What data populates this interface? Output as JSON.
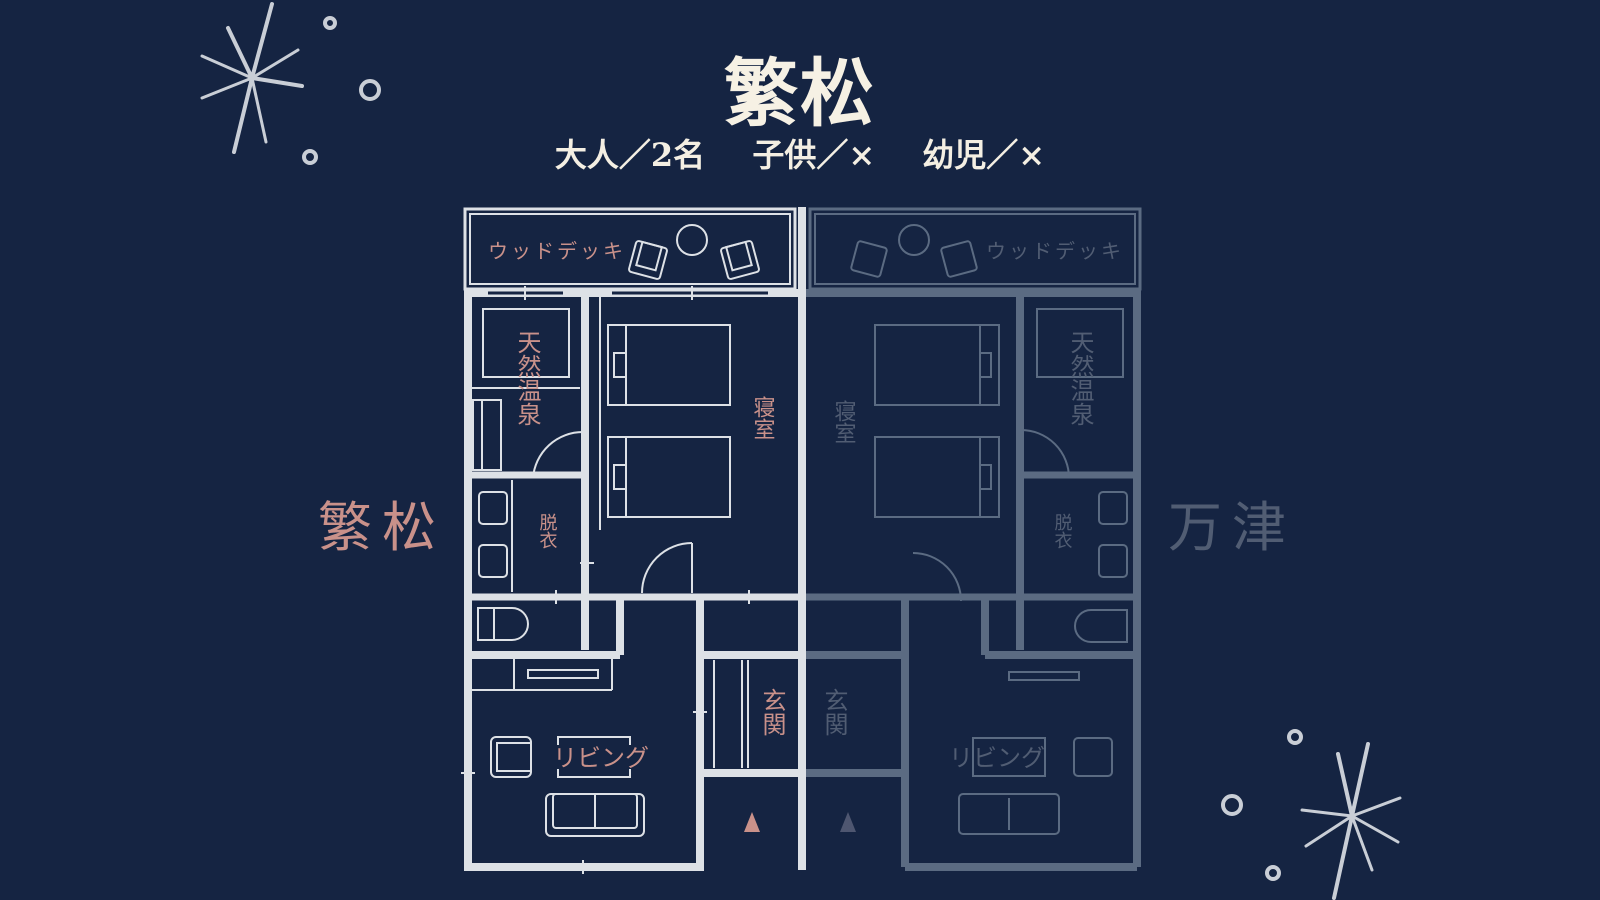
{
  "header": {
    "title": "繁松",
    "capacity": {
      "adult": "大人／2名",
      "child": "子供／×",
      "infant": "幼児／×"
    }
  },
  "side_labels": {
    "left": "繁松",
    "right": "万津"
  },
  "floorplan": {
    "active_unit": "繁松",
    "inactive_unit": "万津",
    "rooms": {
      "deck": "ウッドデッキ",
      "onsen": "天然温泉",
      "bedroom": "寝室",
      "dressing": "脱衣",
      "entrance": "玄関",
      "living": "リビング"
    },
    "entrance_marker": "▲"
  },
  "colors": {
    "background": "#152442",
    "title": "#f6f1e4",
    "active_lines": "#dde1e6",
    "inactive_lines": "#5b6b82",
    "active_label": "#c9918a",
    "inactive_label": "#515d73",
    "decoration": "#c9ced6"
  }
}
